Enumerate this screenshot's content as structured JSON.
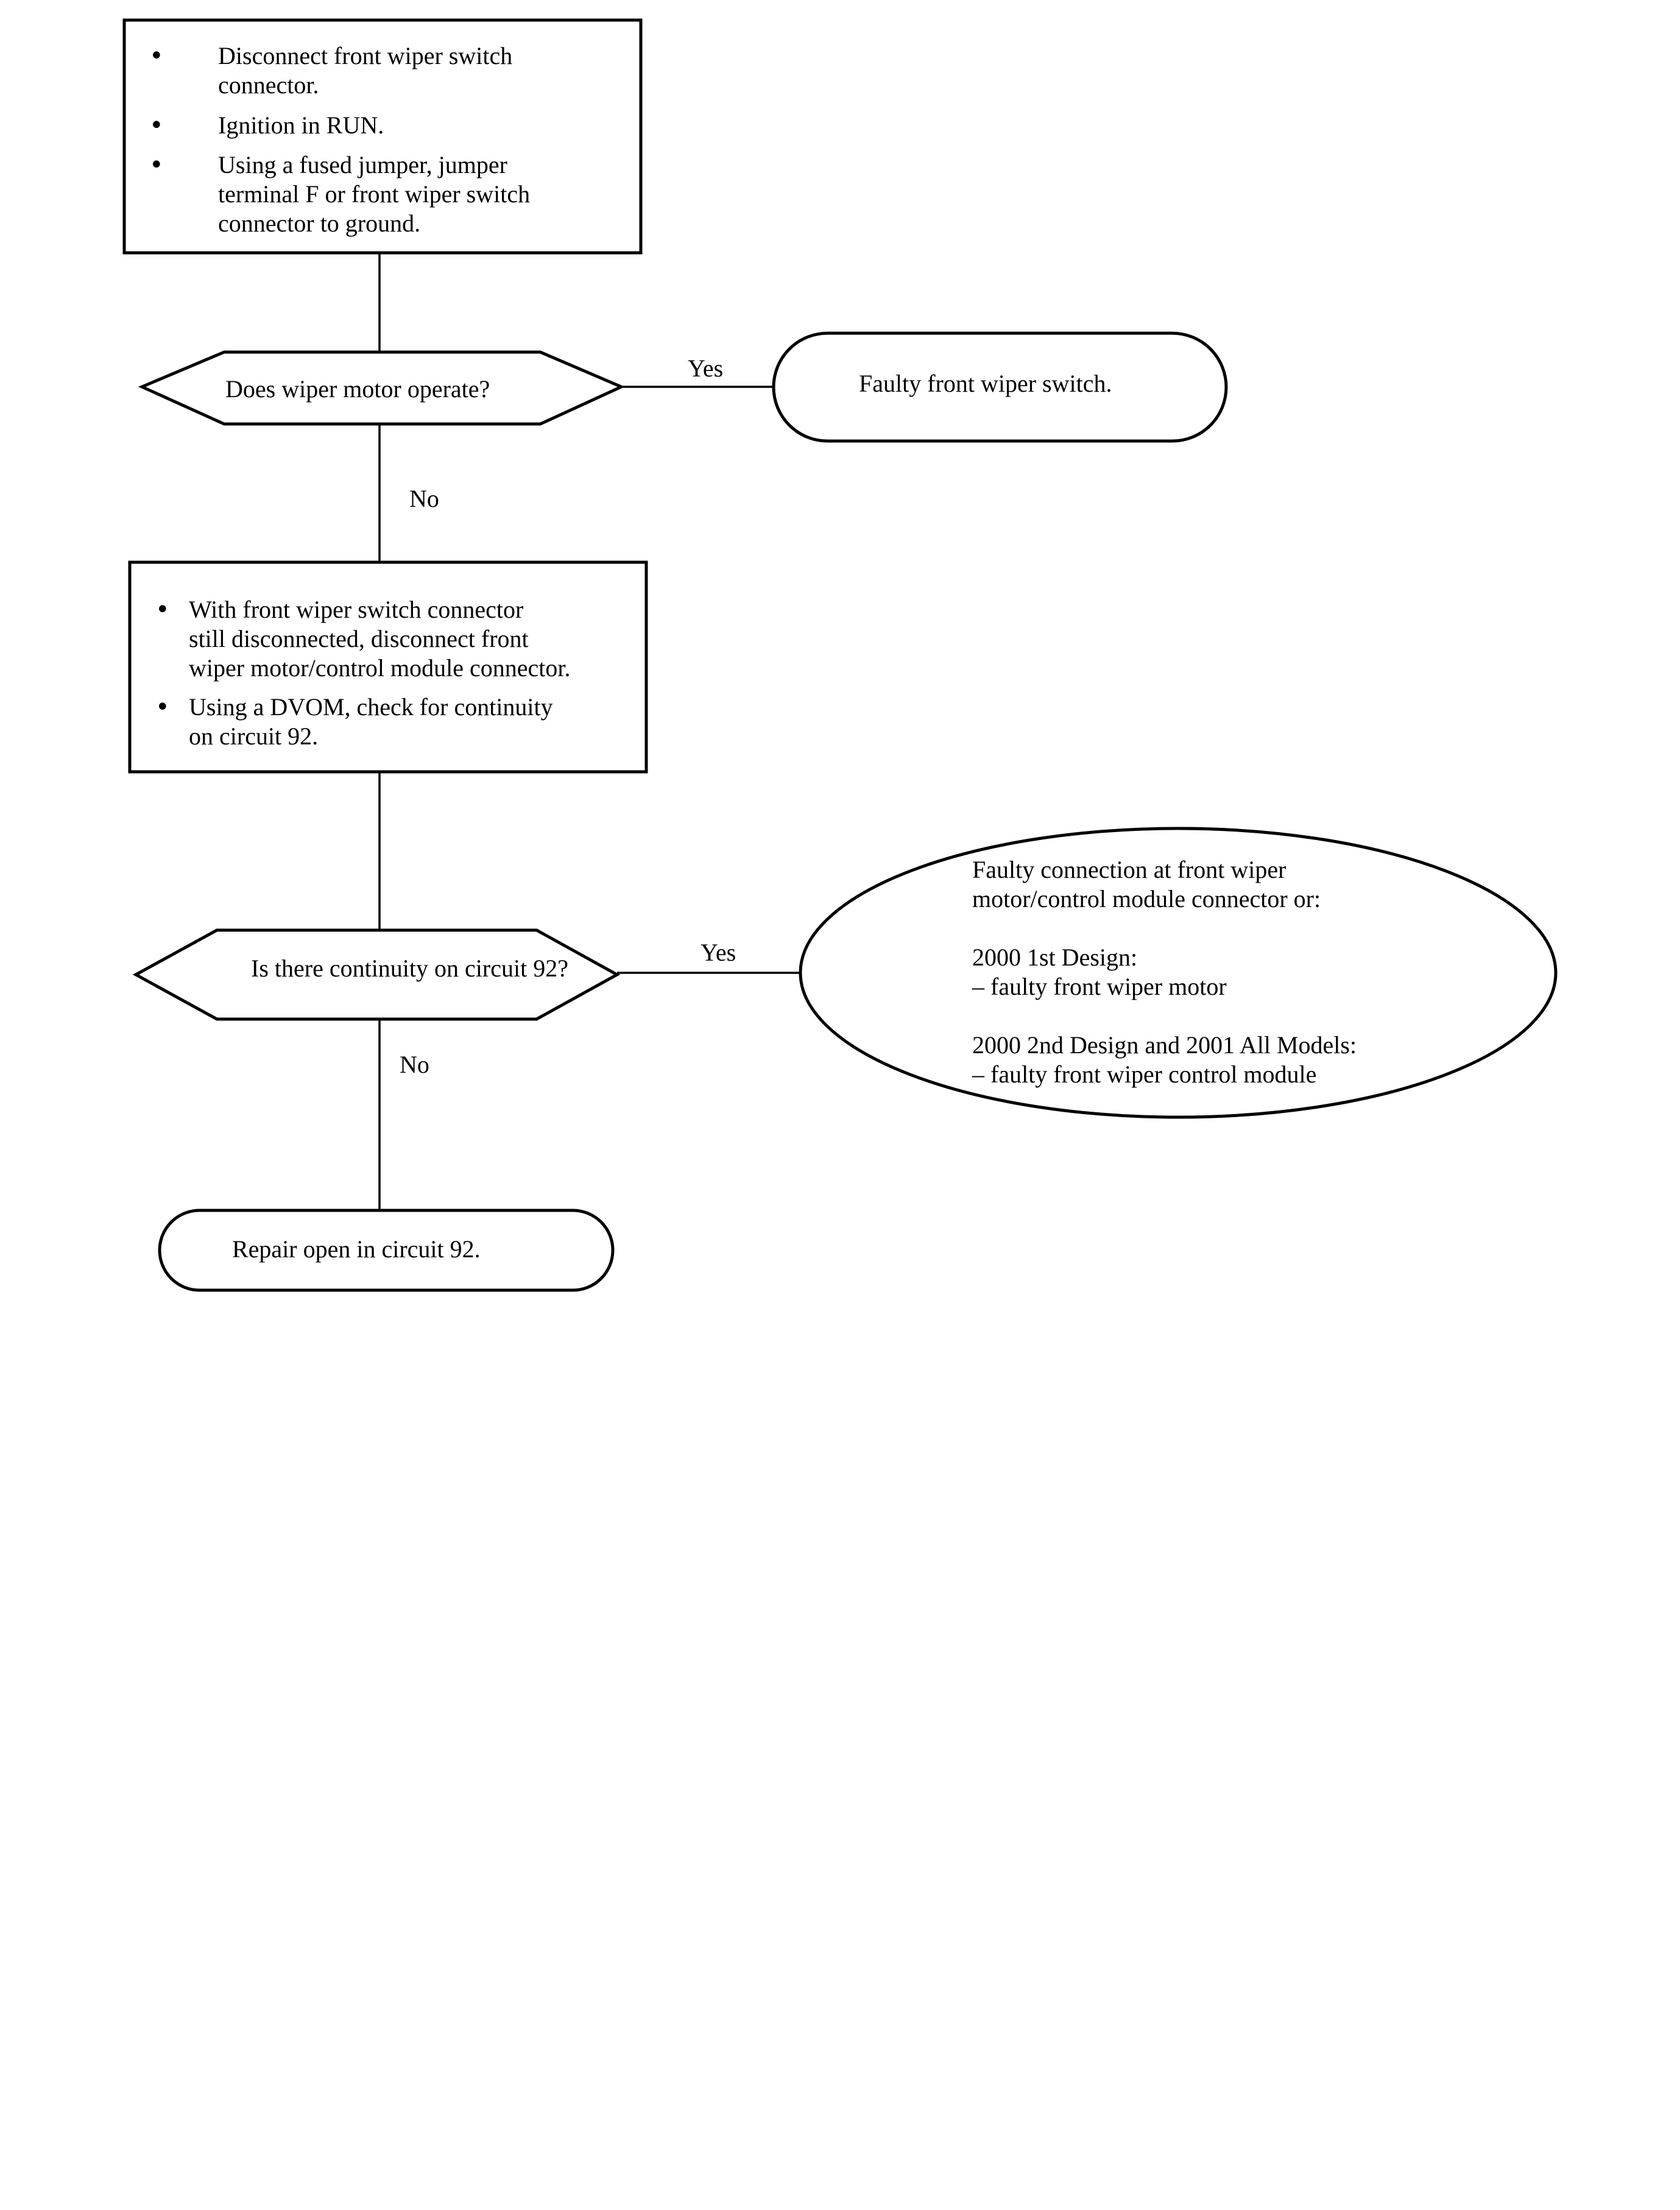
{
  "flowchart": {
    "step1": {
      "items": [
        "Disconnect front wiper switch\nconnector.",
        "Ignition in RUN.",
        "Using a fused jumper, jumper\nterminal F or front wiper switch\nconnector to ground."
      ]
    },
    "decision1": {
      "question": "Does wiper motor operate?",
      "yes_label": "Yes",
      "no_label": "No"
    },
    "result_yes1": {
      "text": "Faulty front wiper switch."
    },
    "step2": {
      "items": [
        "With front wiper switch connector\nstill disconnected, disconnect front\nwiper motor/control module  connector.",
        "Using a DVOM, check for continuity\non circuit 92."
      ]
    },
    "decision2": {
      "question": "Is there continuity on\ncircuit 92?",
      "yes_label": "Yes",
      "no_label": "No"
    },
    "result_yes2": {
      "lines": [
        "Faulty connection at front wiper",
        "motor/control module connector or:",
        "",
        "2000 1st Design:",
        "–  faulty front wiper motor",
        "",
        "2000 2nd Design and 2001 All Models:",
        "–  faulty front wiper control module"
      ]
    },
    "result_no2": {
      "text": "Repair open in circuit 92."
    },
    "bullet_glyph": "•"
  }
}
